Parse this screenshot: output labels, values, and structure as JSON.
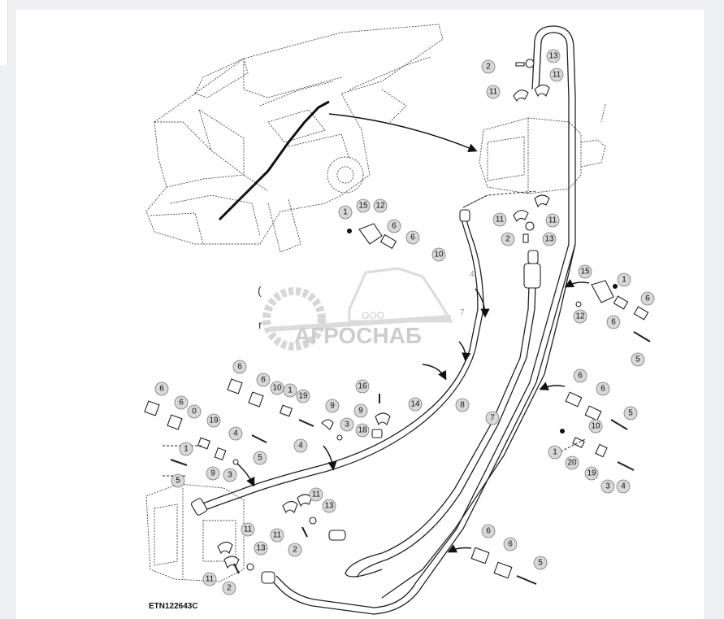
{
  "figure_id": "ETN122643C",
  "watermark": {
    "prefix": "ООО",
    "name": "АГРОСНАБ"
  },
  "colors": {
    "background": "#ffffff",
    "line": "#222222",
    "callout_fill": "#d8d8d8",
    "watermark": "#bdbdbd"
  },
  "callouts": [
    {
      "label": "2"
    },
    {
      "label": "13"
    },
    {
      "label": "11"
    },
    {
      "label": "11"
    },
    {
      "label": "11"
    },
    {
      "label": "11"
    },
    {
      "label": "2"
    },
    {
      "label": "13"
    },
    {
      "label": "15"
    },
    {
      "label": "12"
    },
    {
      "label": "1"
    },
    {
      "label": "6"
    },
    {
      "label": "6"
    },
    {
      "label": "10"
    },
    {
      "label": "15"
    },
    {
      "label": "1"
    },
    {
      "label": "6"
    },
    {
      "label": "12"
    },
    {
      "label": "6"
    },
    {
      "label": "5"
    },
    {
      "label": "6"
    },
    {
      "label": "6"
    },
    {
      "label": "10"
    },
    {
      "label": "5"
    },
    {
      "label": "1"
    },
    {
      "label": "20"
    },
    {
      "label": "19"
    },
    {
      "label": "3"
    },
    {
      "label": "4"
    },
    {
      "label": "6"
    },
    {
      "label": "6"
    },
    {
      "label": "10"
    },
    {
      "label": "1"
    },
    {
      "label": "19"
    },
    {
      "label": "9"
    },
    {
      "label": "4"
    },
    {
      "label": "3"
    },
    {
      "label": "6"
    },
    {
      "label": "6"
    },
    {
      "label": "0"
    },
    {
      "label": "19"
    },
    {
      "label": "4"
    },
    {
      "label": "1"
    },
    {
      "label": "9"
    },
    {
      "label": "3"
    },
    {
      "label": "5"
    },
    {
      "label": "5"
    },
    {
      "label": "16"
    },
    {
      "label": "9"
    },
    {
      "label": "18"
    },
    {
      "label": "14"
    },
    {
      "label": "8"
    },
    {
      "label": "7"
    },
    {
      "label": "11"
    },
    {
      "label": "13"
    },
    {
      "label": "11"
    },
    {
      "label": "2"
    },
    {
      "label": "11"
    },
    {
      "label": "13"
    },
    {
      "label": "11"
    },
    {
      "label": "2"
    },
    {
      "label": "6"
    },
    {
      "label": "6"
    },
    {
      "label": "5"
    }
  ],
  "partial_labels": [
    "(",
    "r",
    "4",
    "7"
  ]
}
